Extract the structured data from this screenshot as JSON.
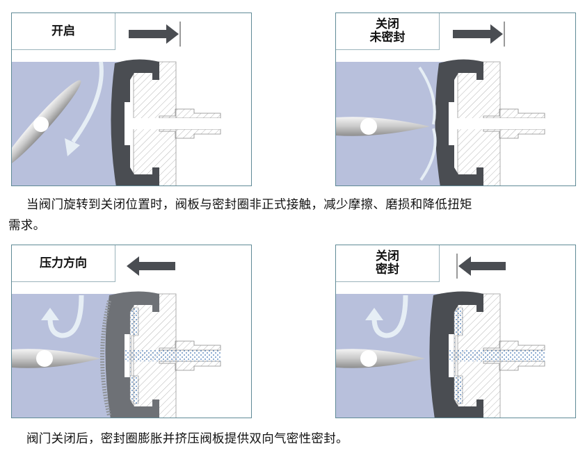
{
  "panels": [
    {
      "id": "open",
      "label": "开启",
      "arrow": "right-arrow-with-stop",
      "state": "open"
    },
    {
      "id": "closed-unsealed",
      "label": "关闭\n未密封",
      "arrow": "right-arrow-with-stop",
      "state": "closed"
    },
    {
      "id": "pressure-direction",
      "label": "压力方向",
      "arrow": "left-arrow",
      "state": "pressure"
    },
    {
      "id": "closed-sealed",
      "label": "关闭\n密封",
      "arrow": "left-arrow-with-stop",
      "state": "sealed"
    }
  ],
  "captions": {
    "top_line1": "当阀门旋转到关闭位置时，阀板与密封圈非正式接触，减少摩擦、磨损和降低扭矩",
    "top_line2": "需求。",
    "bottom": "阀门关闭后，密封圈膨胀并挤压阀板提供双向气密性密封。"
  },
  "colors": {
    "medium": "#b8c0dc",
    "seal": "#4a4d52",
    "border": "#5f8a96",
    "arrow": "#4a4d52",
    "flow": "#e6eef5"
  }
}
